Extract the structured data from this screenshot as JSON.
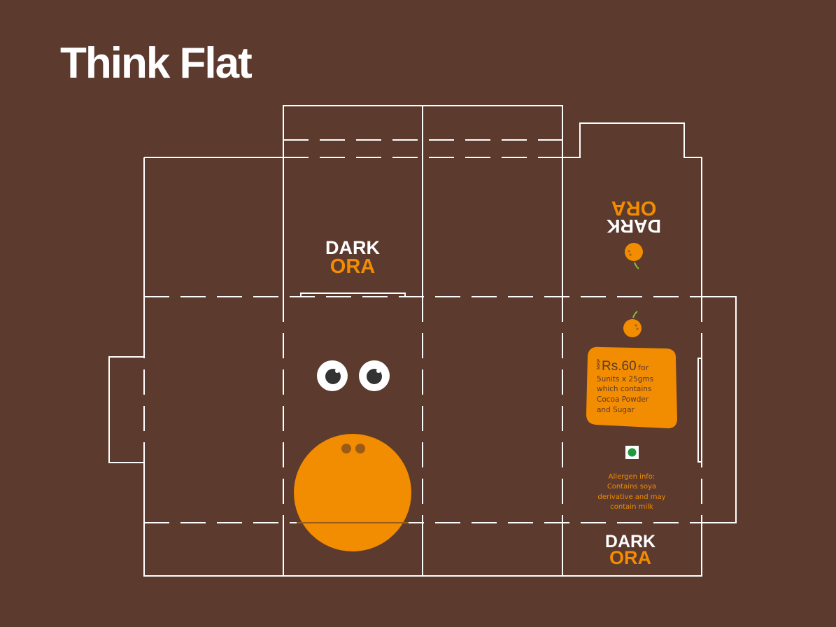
{
  "title": "Think Flat",
  "brand": {
    "line1": "DARK",
    "line2": "ORA"
  },
  "price_tag": {
    "mrp_label": "MRP",
    "price": "Rs.60",
    "for_text": "for",
    "line2": "5units x 25gms",
    "line3": "which contains",
    "line4": "Cocoa Powder",
    "line5": "and Sugar"
  },
  "allergen": {
    "line1": "Allergen info:",
    "line2": "Contains soya",
    "line3": "derivative and may",
    "line4": "contain milk"
  },
  "colors": {
    "background": "#5c3a2e",
    "accent_orange": "#f28c00",
    "dieline": "#ffffff",
    "veg_mark": "#1e9a3c"
  },
  "icons": [
    "orange-fruit-icon",
    "googly-eyes",
    "veg-mark-icon"
  ]
}
